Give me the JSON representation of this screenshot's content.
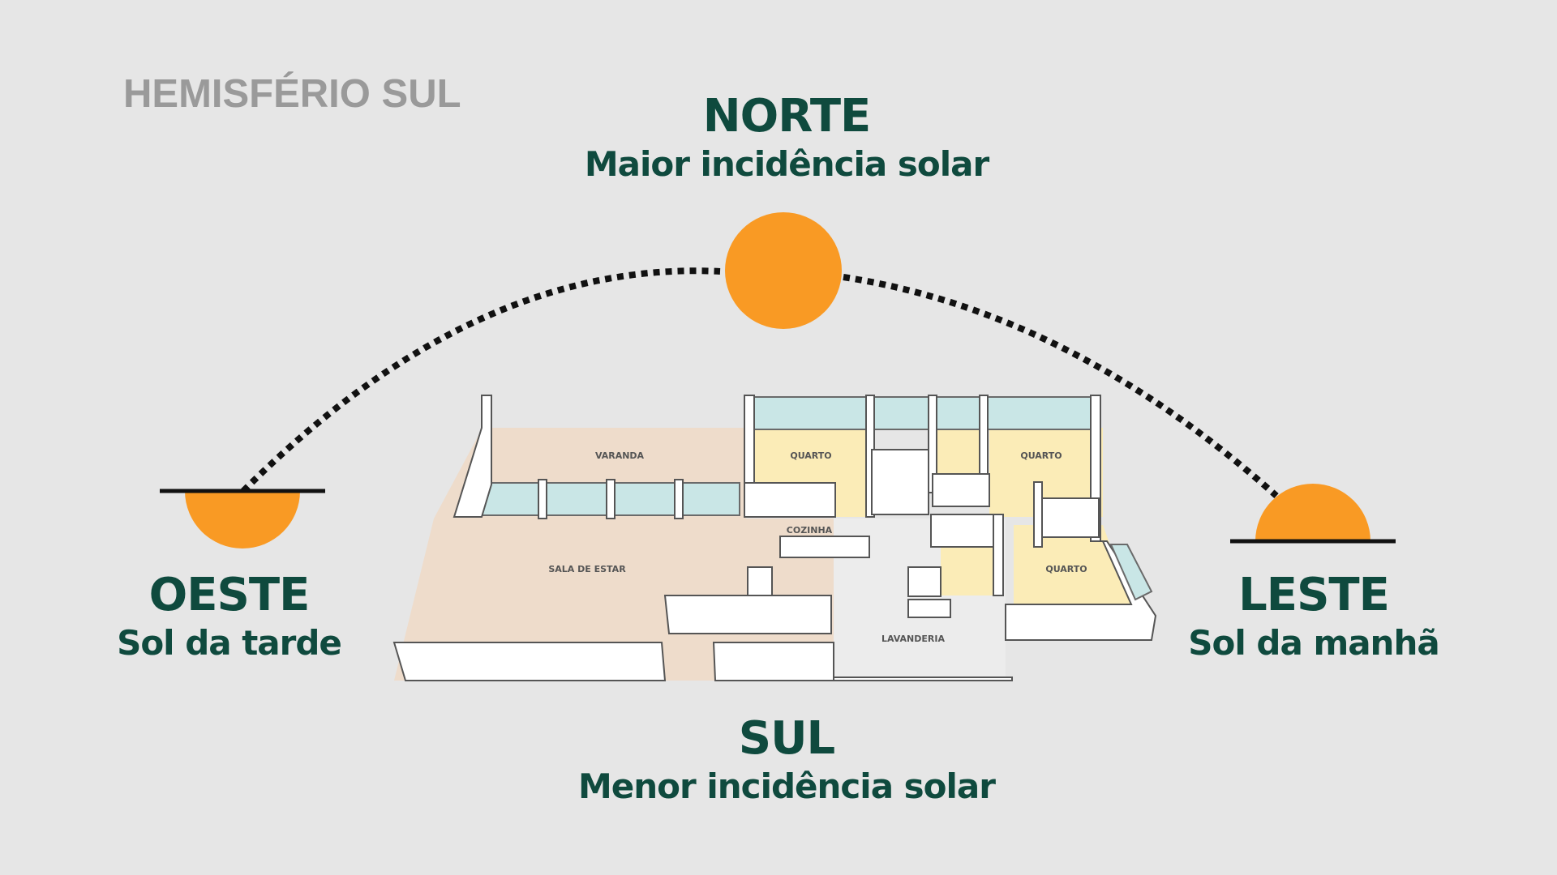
{
  "hemisphere_label": "HEMISFÉRIO SUL",
  "directions": {
    "north": {
      "title": "NORTE",
      "subtitle": "Maior incidência solar"
    },
    "south": {
      "title": "SUL",
      "subtitle": "Menor incidência solar"
    },
    "west": {
      "title": "OESTE",
      "subtitle": "Sol da tarde"
    },
    "east": {
      "title": "LESTE",
      "subtitle": "Sol da manhã"
    }
  },
  "rooms": {
    "varanda": "VARANDA",
    "sala": "SALA DE ESTAR",
    "cozinha": "COZINHA",
    "lavanderia": "LAVANDERIA",
    "quarto_1": "QUARTO",
    "quarto_2": "QUARTO",
    "quarto_3": "QUARTO"
  },
  "colors": {
    "background": "#e6e6e6",
    "text_primary": "#0f4a3e",
    "hemisphere_text": "#9a9a9a",
    "sun": "#f99a24",
    "arc": "#111111",
    "social_floor": "#eedccb",
    "bedroom_floor": "#fbecb7",
    "service_floor": "#e9e9e9",
    "glass": "#c9e6e6"
  },
  "icons": [
    "sun-icon",
    "sunrise-icon",
    "sunset-icon",
    "floor-plan-illustration"
  ]
}
